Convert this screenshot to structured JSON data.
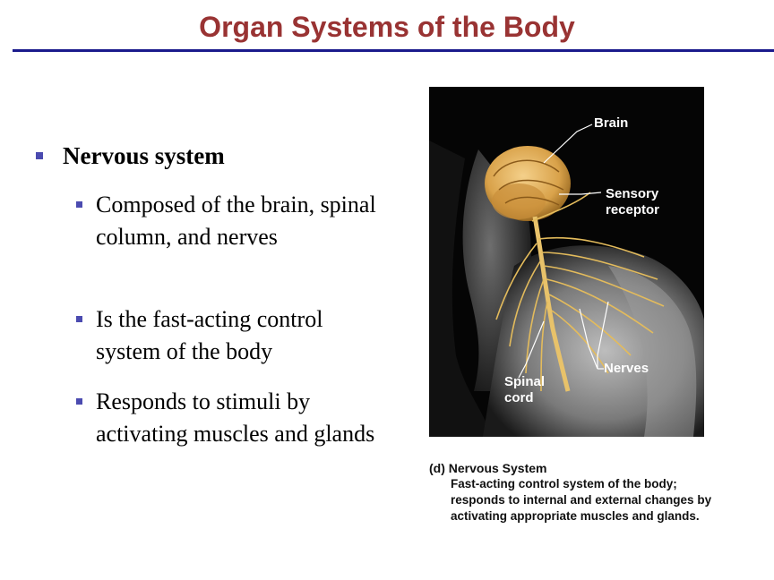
{
  "slide": {
    "title": "Organ Systems of the Body"
  },
  "bullets": {
    "main": "Nervous system",
    "sub": [
      "Composed of the brain, spinal column, and nerves",
      "Is the fast-acting control system of the body",
      "Responds to stimuli by activating muscles and glands"
    ]
  },
  "figure": {
    "labels": {
      "brain": "Brain",
      "sensory_1": "Sensory",
      "sensory_2": "receptor",
      "nerves": "Nerves",
      "spinal_1": "Spinal",
      "spinal_2": "cord"
    },
    "caption_title": "(d) Nervous System",
    "caption_body": "Fast-acting control system of the body; responds to internal and external changes by activating appropriate muscles and glands."
  },
  "colors": {
    "title": "#993333",
    "rule": "#1a1a8c",
    "bullet": "#4b4bb0"
  }
}
